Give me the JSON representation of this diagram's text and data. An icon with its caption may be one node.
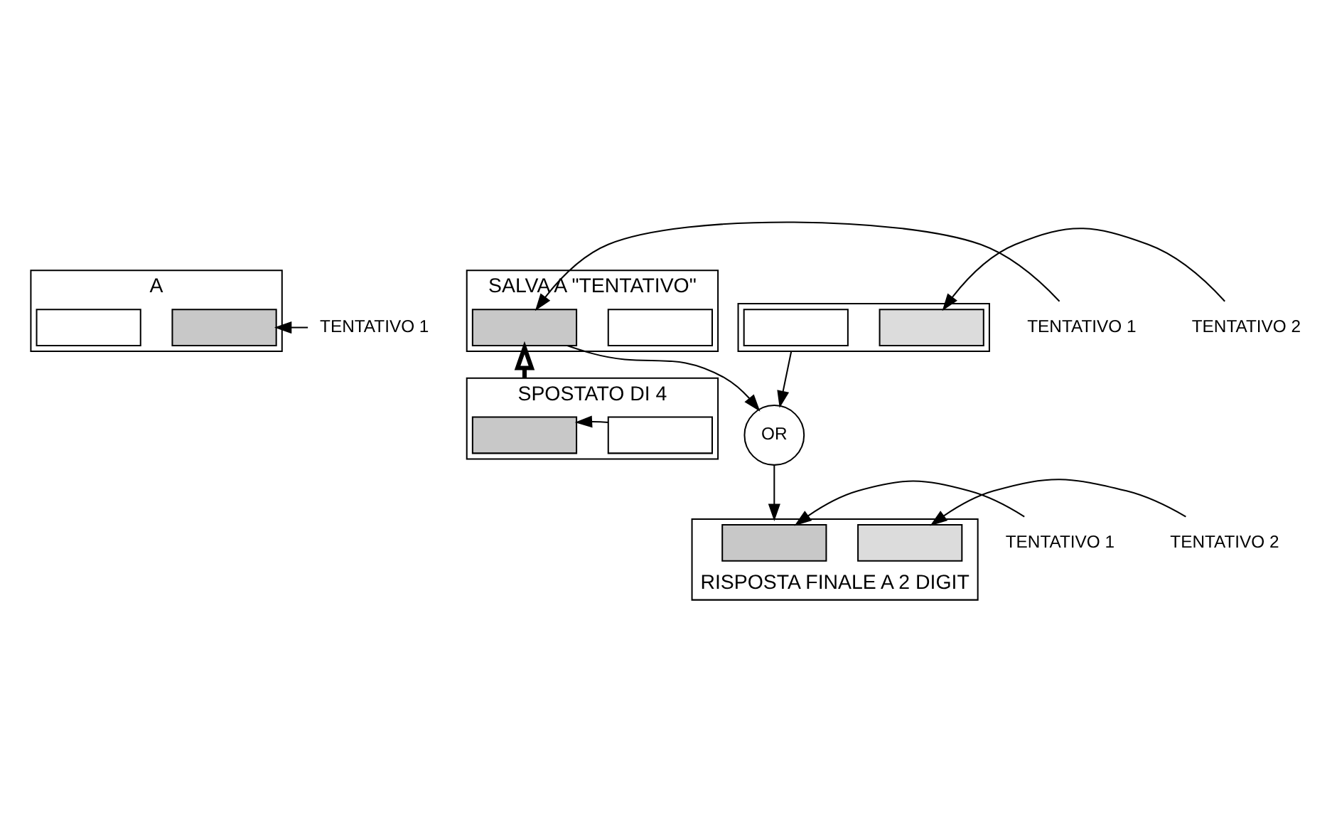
{
  "diagram": {
    "nodes": [
      {
        "text": [
          "A"
        ]
      },
      {
        "text": [],
        "shape": "box",
        "in": 0
      },
      {
        "text": [],
        "shape": "box",
        "in": 0
      },
      {
        "text": [
          "TENTATIVO 1"
        ]
      },
      {
        "text": [
          "SALVA A \"TENTATIVO\""
        ]
      },
      {
        "text": [],
        "shape": "box",
        "in": 4
      },
      {
        "text": [],
        "shape": "box",
        "in": 4
      },
      {
        "text": [
          "TENTATIVO 1"
        ]
      },
      {
        "text": [
          "SPOSTATO DI 4"
        ]
      },
      {
        "text": [],
        "shape": "box",
        "in": 8
      },
      {
        "text": [],
        "shape": "box",
        "in": 8
      },
      {
        "text": [],
        "shape": "box"
      },
      {
        "text": [],
        "shape": "box",
        "in": 11
      },
      {
        "text": [],
        "shape": "box",
        "in": 11
      },
      {
        "text": [
          "TENTATIVO 2"
        ]
      },
      {
        "text": [
          "OR"
        ]
      },
      {
        "text": [
          "RISPOSTA FINALE A 2 DIGIT"
        ]
      },
      {
        "text": [],
        "shape": "box",
        "in": 16
      },
      {
        "text": [],
        "shape": "box",
        "in": 16
      },
      {
        "text": [
          "TENTATIVO 1"
        ]
      },
      {
        "text": [
          "TENTATIVO 2"
        ]
      }
    ],
    "edges": [
      {
        "from": 3,
        "to": 2,
        "arrow": "to"
      },
      {
        "from": 7,
        "to": 5,
        "arrow": "to"
      },
      {
        "from": 10,
        "to": 9,
        "arrow": "to"
      },
      {
        "from": 8,
        "to": 5,
        "arrow": "to",
        "style": "thick"
      },
      {
        "from": 5,
        "to": 15,
        "arrow": "to"
      },
      {
        "from": 14,
        "to": 13,
        "arrow": "to"
      },
      {
        "from": 11,
        "to": 15,
        "arrow": "to"
      },
      {
        "from": 15,
        "to": 16,
        "arrow": "to"
      },
      {
        "from": 19,
        "to": 17,
        "arrow": "to"
      },
      {
        "from": 20,
        "to": 18,
        "arrow": "to"
      }
    ]
  }
}
